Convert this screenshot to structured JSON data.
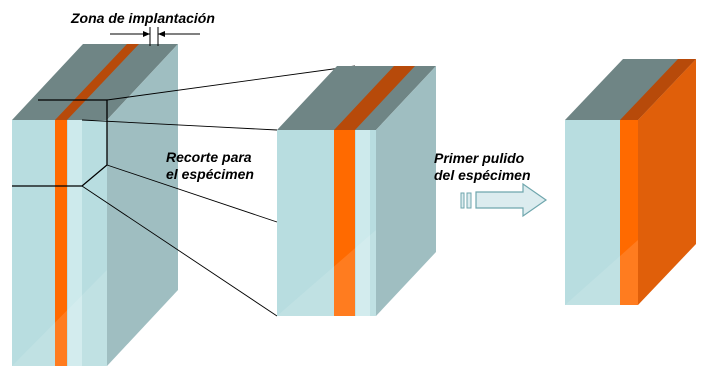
{
  "labels": {
    "implant_zone": "Zona de implantación",
    "cut_line1": "Recorte para",
    "cut_line2": "el espécimen",
    "polish_line1": "Primer pulido",
    "polish_line2": "del espécimen"
  },
  "colors": {
    "front": "#b8dde0",
    "front_highlight": "#cdeaec",
    "side": "#9fbec1",
    "top": "#6f8585",
    "orange": "#ff6a00",
    "orange_dark": "#b74a0a",
    "orange_side": "#e05f0a",
    "arrow_fill": "#dcecef",
    "arrow_stroke": "#6fa6ad",
    "line": "#000000"
  }
}
